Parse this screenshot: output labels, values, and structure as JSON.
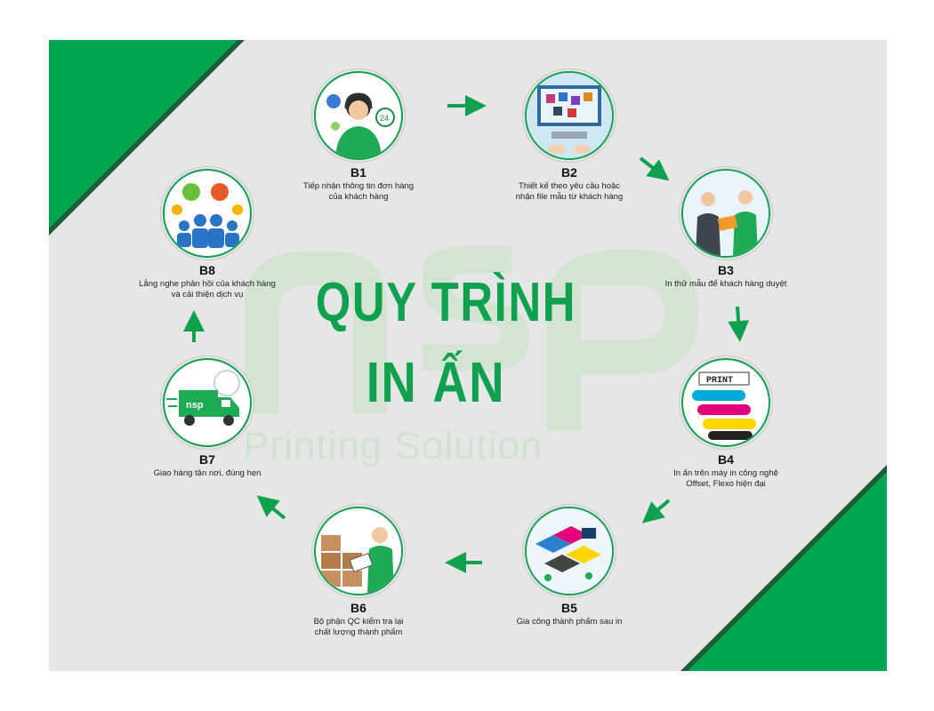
{
  "title": {
    "line1": "QUY TRÌNH",
    "line2": "IN ẤN"
  },
  "watermark": {
    "logo": "nsp",
    "tagline": "Printing Solution"
  },
  "colors": {
    "brand_green": "#00a651",
    "title_green": "#0fa14e",
    "panel": "#e6e6e6"
  },
  "steps": [
    {
      "id": "B1",
      "desc": "Tiếp nhận thông tin đơn hàng\ncủa khách hàng",
      "icon": "headset-support-icon"
    },
    {
      "id": "B2",
      "desc": "Thiết kế theo yêu cầu hoặc\nnhận file mẫu từ khách hàng",
      "icon": "design-computer-icon"
    },
    {
      "id": "B3",
      "desc": "In thử mẫu để khách hàng duyệt",
      "icon": "sample-handover-icon"
    },
    {
      "id": "B4",
      "desc": "In ấn trên máy in công nghệ\nOffset, Flexo hiện đại",
      "icon": "print-rollers-icon"
    },
    {
      "id": "B5",
      "desc": "Gia công thành phẩm sau in",
      "icon": "finishing-factory-icon"
    },
    {
      "id": "B6",
      "desc": "Bộ phận QC kiểm tra lại\nchất lượng thành phẩm",
      "icon": "quality-check-icon"
    },
    {
      "id": "B7",
      "desc": "Giao hàng tận nơi, đúng hẹn",
      "icon": "delivery-truck-icon"
    },
    {
      "id": "B8",
      "desc": "Lắng nghe phản hồi của khách hàng\nvà cải thiện dịch vụ",
      "icon": "customer-feedback-icon"
    }
  ]
}
